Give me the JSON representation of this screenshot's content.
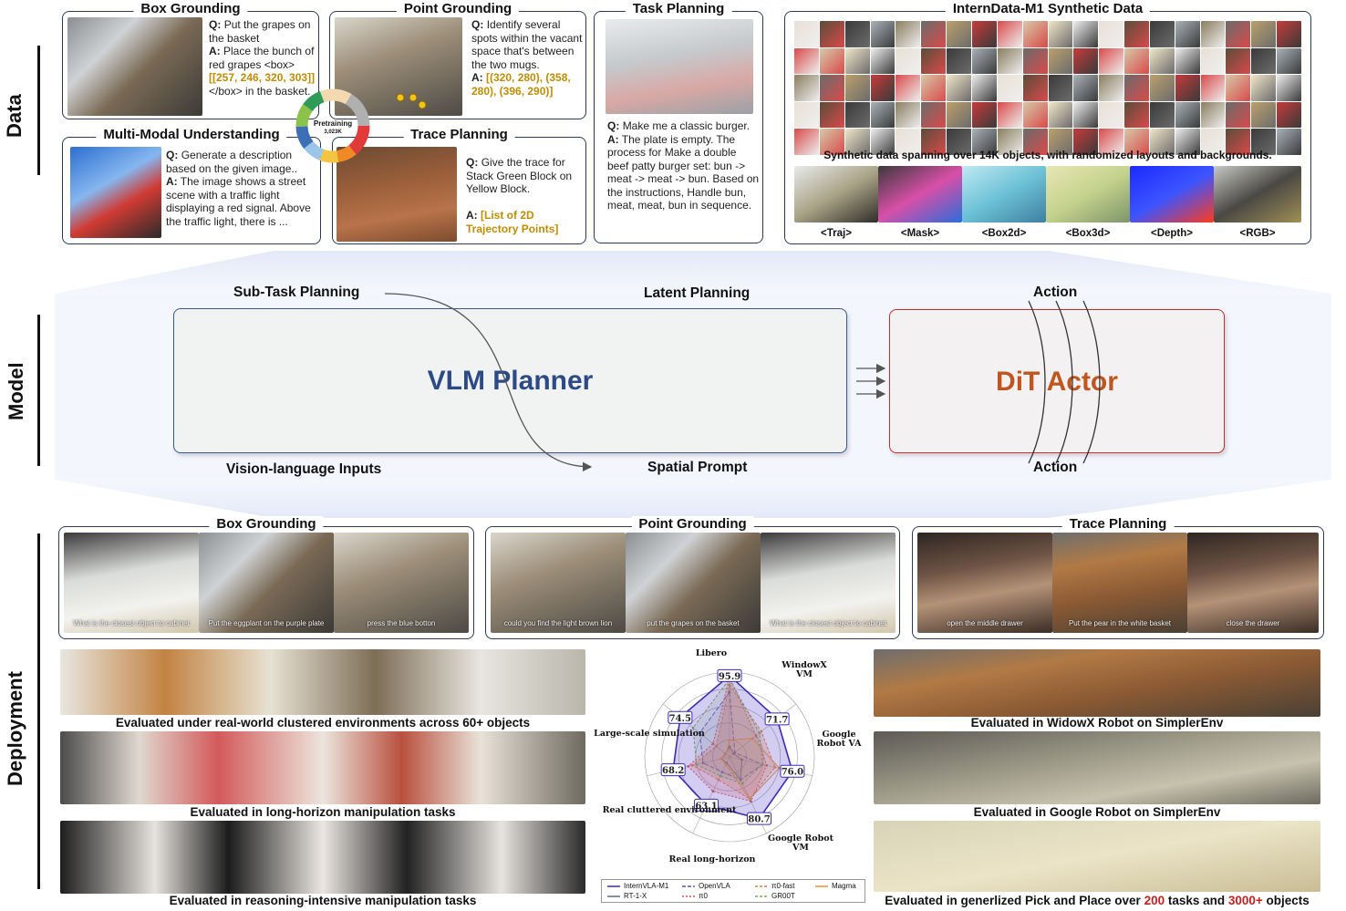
{
  "sections": {
    "data": "Data",
    "model": "Model",
    "deployment": "Deployment"
  },
  "data_section": {
    "box_grounding": {
      "title": "Box Grounding",
      "q_prefix": "Q:",
      "q": "Put the grapes on the basket",
      "a_prefix": "A:",
      "a_pre": "Place the bunch of red grapes <box>",
      "a_coords": "[[257, 246, 320, 303]]",
      "a_post": "</box> in the basket."
    },
    "point_grounding": {
      "title": "Point Grounding",
      "q_prefix": "Q:",
      "q": "Identify several spots within the vacant space that's between the two mugs.",
      "a_prefix": "A:",
      "a_coords": "[(320, 280), (358, 280), (396, 290)]"
    },
    "task_planning": {
      "title": "Task Planning",
      "q_prefix": "Q:",
      "q": "Make me a classic burger.",
      "a_prefix": "A:",
      "a": "The plate is empty. The process for Make a double beef patty burger set: bun -> meat -> meat -> bun. Based on the instructions, Handle bun, meat, meat, bun in sequence."
    },
    "multimodal": {
      "title": "Multi-Modal Understanding",
      "q_prefix": "Q:",
      "q": "Generate a description based on the given image..",
      "a_prefix": "A:",
      "a": "The image shows a street scene with a traffic light displaying a red signal. Above the traffic light, there is ..."
    },
    "trace_planning": {
      "title": "Trace Planning",
      "q_prefix": "Q:",
      "q": "Give the trace for Stack Green Block on Yellow Block.",
      "a_prefix": "A:",
      "a_coords": "[List of 2D Trajectory Points]"
    },
    "pretraining": {
      "label": "Pretraining",
      "count": "3,023K"
    },
    "synthetic": {
      "title": "InternData-M1 Synthetic Data",
      "caption": "Synthetic data spanning over 14K objects, with randomized layouts and backgrounds.",
      "tags": [
        "<Traj>",
        "<Mask>",
        "<Box2d>",
        "<Box3d>",
        "<Depth>",
        "<RGB>"
      ]
    }
  },
  "model_section": {
    "vlm_title": "VLM Planner",
    "dit_title": "DiT Actor",
    "sub_task": "Sub-Task Planning",
    "latent": "Latent Planning",
    "vision_inputs": "Vision-language Inputs",
    "spatial": "Spatial Prompt",
    "action_top": "Action",
    "action_bottom": "Action",
    "colors": {
      "vlm": "#2c4a86",
      "dit": "#c0561d",
      "dit_border": "#cc2b2b"
    }
  },
  "deployment_section": {
    "box_grounding": {
      "title": "Box Grounding",
      "captions": [
        "What is the closest object to cabinet",
        "Put the eggplant on the purple plate",
        "press the blue botton"
      ]
    },
    "point_grounding": {
      "title": "Point Grounding",
      "captions": [
        "could you find the light brown lion",
        "put the grapes on the basket",
        "What is the closest object to cabinet"
      ]
    },
    "trace_planning": {
      "title": "Trace Planning",
      "captions": [
        "open the middle drawer",
        "Put the pear in the white basket",
        "close the drawer"
      ]
    },
    "left_captions": [
      "Evaluated under real-world clustered environments across 60+ objects",
      "Evaluated in long-horizon manipulation tasks",
      "Evaluated in reasoning-intensive manipulation tasks"
    ],
    "right_captions": [
      "Evaluated in WidowX Robot on SimplerEnv",
      "Evaluated in Google Robot on SimplerEnv"
    ],
    "last_caption": {
      "pre": "Evaluated in generlized Pick and Place over ",
      "n1": "200",
      "mid": " tasks and ",
      "n2": "3000+",
      "post": " objects"
    }
  },
  "chart_data": {
    "type": "radar",
    "axes": [
      "Libero",
      "WindowX VM",
      "Google Robot VA",
      "Google Robot VM",
      "Real long-horizon",
      "Real cluttered environment",
      "Large-scale simulation"
    ],
    "axis_labels": {
      "windowx": [
        "WindowX",
        "VM"
      ],
      "google_va": [
        "Google",
        "Robot VA"
      ],
      "google_vm": [
        "Google Robot",
        "VM"
      ]
    },
    "series": [
      {
        "name": "InternVLA-M1",
        "values": [
          95.9,
          71.7,
          76.0,
          80.7,
          63.1,
          68.2,
          74.5
        ],
        "color": "#3b2bb8"
      },
      {
        "name": "RT-1-X",
        "values": [
          12,
          6,
          15,
          30,
          8,
          10,
          6
        ],
        "color": "#556b8f"
      },
      {
        "name": "OpenVLA",
        "values": [
          76.5,
          8,
          40,
          30,
          20,
          32,
          45
        ],
        "color": "#5555cc"
      },
      {
        "name": "π0",
        "values": [
          94,
          40,
          45,
          58,
          45,
          50,
          25
        ],
        "color": "#e04a4a"
      },
      {
        "name": "π0-fast",
        "values": [
          85,
          48,
          55,
          55,
          30,
          45,
          20
        ],
        "color": "#f07a2a"
      },
      {
        "name": "GR00T",
        "values": [
          92,
          45,
          40,
          35,
          25,
          40,
          55
        ],
        "color": "#72b04a"
      },
      {
        "name": "Magma",
        "values": [
          20,
          35,
          60,
          55,
          10,
          10,
          5
        ],
        "color": "#e8952a"
      }
    ],
    "value_labels": [
      "95.9",
      "71.7",
      "76.0",
      "80.7",
      "63.1",
      "68.2",
      "74.5"
    ],
    "rmax": 100
  }
}
